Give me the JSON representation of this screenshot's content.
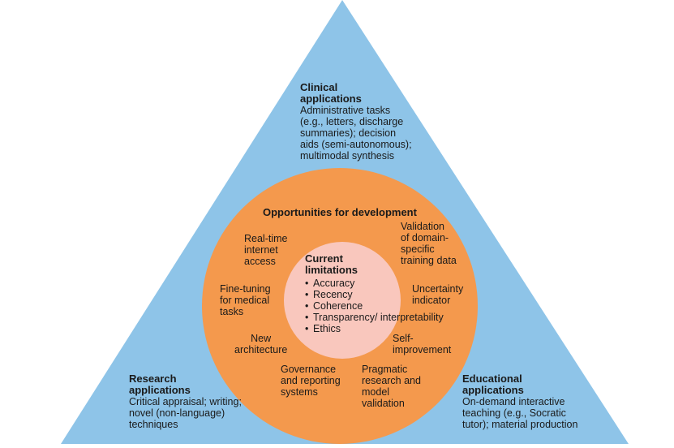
{
  "colors": {
    "triangle": "#8ec4e8",
    "outer_circle": "#f4994d",
    "inner_circle": "#f9c7bd",
    "text": "#1a1a1a"
  },
  "clinical": {
    "title": "Clinical\napplications",
    "body": "Administrative tasks\n(e.g., letters, discharge\nsummaries); decision\naids (semi-autonomous);\nmultimodal synthesis"
  },
  "research": {
    "title": "Research\napplications",
    "body": "Critical appraisal; writing;\nnovel (non-language)\ntechniques"
  },
  "educational": {
    "title": "Educational\napplications",
    "body": "On-demand interactive\nteaching (e.g., Socratic\ntutor); material production"
  },
  "opportunities": {
    "title": "Opportunities for development",
    "items": [
      "Real-time\ninternet\naccess",
      "Validation\nof domain-\nspecific\ntraining data",
      "Fine-tuning\nfor medical\ntasks",
      "Uncertainty\nindicator",
      "New\narchitecture",
      "Self-\nimprovement",
      "Governance\nand reporting\nsystems",
      "Pragmatic\nresearch and\nmodel\nvalidation"
    ]
  },
  "limitations": {
    "title": "Current\nlimitations",
    "items": [
      "Accuracy",
      "Recency",
      "Coherence",
      "Transparency/\ninterpretability",
      "Ethics"
    ]
  }
}
